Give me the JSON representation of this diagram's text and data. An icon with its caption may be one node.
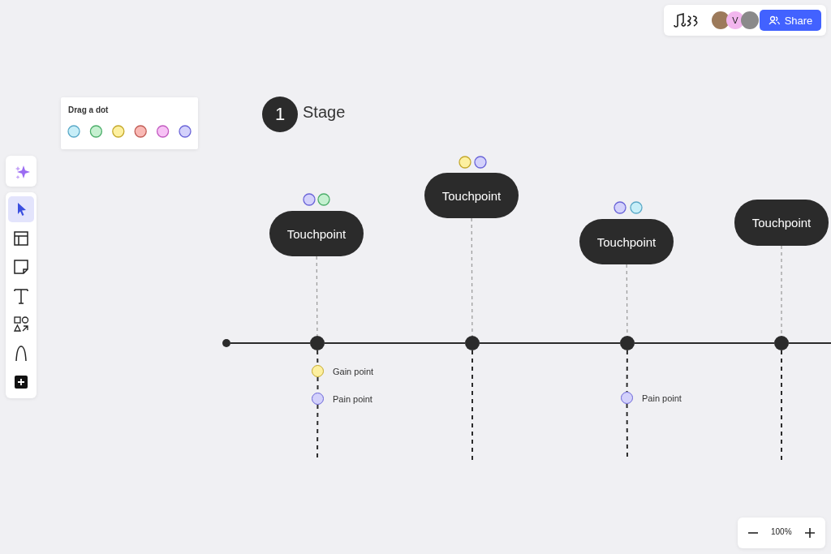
{
  "diagram": {
    "nodes": [
      {
        "text": [
          "1"
        ],
        "beside": [
          "Stage"
        ]
      },
      {
        "text": [
          "Touchpoint"
        ]
      },
      {
        "text": [
          "Touchpoint"
        ]
      },
      {
        "text": [
          "Touchpoint"
        ]
      },
      {
        "text": [
          "Touchpoint"
        ]
      },
      {
        "text": [],
        "shape": "circle"
      },
      {
        "text": [],
        "shape": "circle"
      },
      {
        "text": [],
        "shape": "circle"
      },
      {
        "text": [],
        "shape": "circle"
      },
      {
        "text": [],
        "shape": "circle"
      },
      {
        "text": [],
        "shape": "circle",
        "beside": [
          "Gain point"
        ]
      },
      {
        "text": [],
        "shape": "circle",
        "beside": [
          "Pain point"
        ]
      },
      {
        "text": [],
        "shape": "circle",
        "beside": [
          "Pain point"
        ]
      }
    ],
    "edges": [
      {
        "from": 1,
        "to": 6,
        "arrow": "none",
        "style": "dashed",
        "color": "#9e9e9e"
      },
      {
        "from": 2,
        "to": 7,
        "arrow": "none",
        "style": "dashed",
        "color": "#9e9e9e"
      },
      {
        "from": 3,
        "to": 8,
        "arrow": "none",
        "style": "dashed",
        "color": "#9e9e9e"
      },
      {
        "from": 4,
        "to": 9,
        "arrow": "none",
        "style": "dashed",
        "color": "#9e9e9e"
      },
      {
        "from": 5,
        "to": 6,
        "arrow": "none"
      },
      {
        "from": 6,
        "to": 7,
        "arrow": "none"
      },
      {
        "from": 7,
        "to": 8,
        "arrow": "none"
      },
      {
        "from": 8,
        "to": 9,
        "arrow": "none"
      },
      {
        "from": 9,
        "to": null,
        "arrow": "none"
      },
      {
        "from": 6,
        "to": 10,
        "arrow": "none",
        "style": "dashed"
      },
      {
        "from": 10,
        "to": 11,
        "arrow": "none",
        "style": "dashed"
      },
      {
        "from": 11,
        "to": null,
        "arrow": "none",
        "style": "dashed"
      },
      {
        "from": 7,
        "to": null,
        "arrow": "none",
        "style": "dashed"
      },
      {
        "from": 8,
        "to": 12,
        "arrow": "none",
        "style": "dashed"
      },
      {
        "from": 12,
        "to": null,
        "arrow": "none",
        "style": "dashed"
      },
      {
        "from": 9,
        "to": null,
        "arrow": "none",
        "style": "dashed"
      }
    ],
    "labels": [
      "V",
      "Share",
      "Drag a dot",
      "100%"
    ]
  }
}
